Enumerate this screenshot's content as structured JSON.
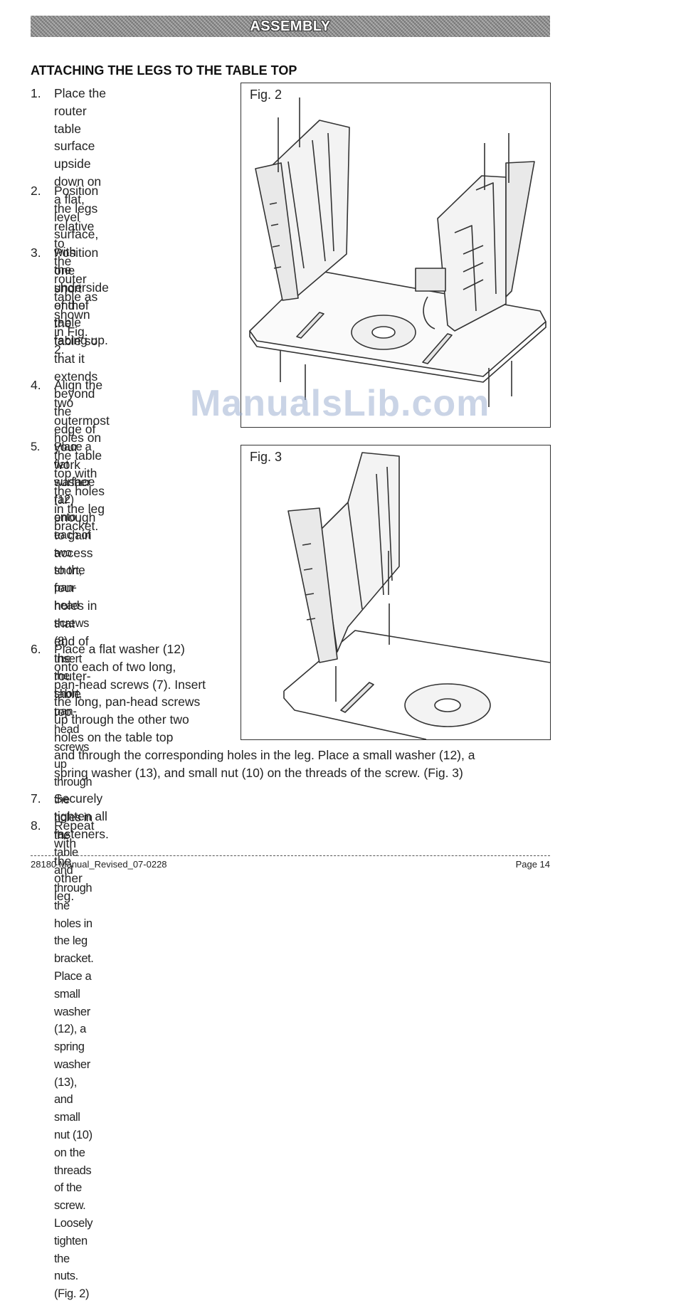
{
  "header": {
    "title": "ASSEMBLY"
  },
  "section": {
    "title": "ATTACHING THE LEGS TO THE TABLE TOP"
  },
  "steps": [
    {
      "number": "1.",
      "lines": [
        "Place the router table",
        "surface upside down on",
        "a flat, level surface, with",
        "the underside of the table",
        "facing up."
      ]
    },
    {
      "number": "2.",
      "lines": [
        "Position the legs relative to",
        "the router table as shown",
        "in Fig. 2."
      ]
    },
    {
      "number": "3.",
      "lines": [
        "Position one short end of",
        "the table so that it extends",
        "beyond the edge of your",
        "work surface far enough",
        "to gain access to the four",
        "holes in that end of the",
        "router-table top."
      ]
    },
    {
      "number": "4.",
      "lines": [
        "Align the two outermost",
        "holes on the table top with",
        "the holes in the leg bracket."
      ]
    },
    {
      "number": "5.",
      "lines": [
        "Place a flat washer (12) onto",
        "each of two short, pan-head",
        "screws (8). Insert the short,",
        "pan-head screws up through",
        "the holes in the table and",
        "through the holes in the leg",
        "bracket. Place a small washer",
        "(12), a spring washer (13), and",
        "small nut (10) on the threads",
        "of the screw. Loosely tighten",
        "the nuts. (Fig. 2)"
      ]
    },
    {
      "number": "6.",
      "lines": [
        "Place a flat washer (12)",
        "onto each of two long,",
        "pan-head screws (7). Insert",
        "the long, pan-head screws",
        "up through the other two",
        "holes on the table top",
        "and through the corresponding holes in the leg. Place a small washer (12), a",
        "spring washer (13), and small nut (10) on the threads of the screw. (Fig. 3)"
      ]
    },
    {
      "number": "7.",
      "lines": [
        "Securely tighten all fasteners."
      ]
    },
    {
      "number": "8.",
      "lines": [
        "Repeat with the other leg."
      ]
    }
  ],
  "figures": {
    "fig2": {
      "label": "Fig. 2"
    },
    "fig3": {
      "label": "Fig. 3"
    }
  },
  "watermark": {
    "text": "ManualsLib.com"
  },
  "footer": {
    "left": "28180 Manual_Revised_07-0228",
    "right": "Page 14"
  }
}
